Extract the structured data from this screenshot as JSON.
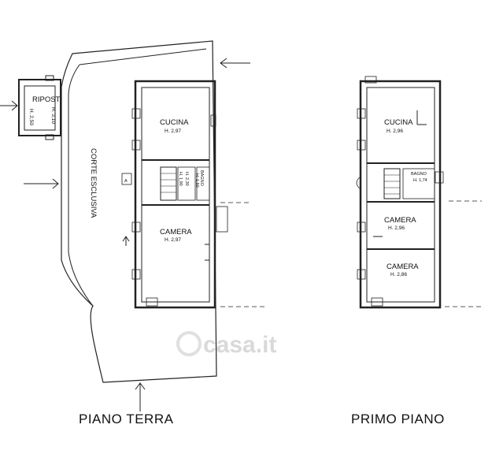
{
  "plans": {
    "ground": {
      "title": "PIANO TERRA",
      "court": "CORTE ESCLUSIVA",
      "ripost": {
        "label": "RIPOST",
        "h_a": "H. 3,10",
        "h_b": "H. 2,50"
      },
      "cucina": {
        "label": "CUCINA",
        "h": "H. 2,97"
      },
      "bagno": {
        "label": "BAGNO",
        "h": "H. 1,50"
      },
      "camera": {
        "label": "CAMERA",
        "h": "H. 2,97"
      },
      "stair_a": "H. 1,90",
      "stair_b": "H. 2,30",
      "door_letter": "A"
    },
    "first": {
      "title": "PRIMO PIANO",
      "cucina": {
        "label": "CUCINA",
        "h": "H. 2,96"
      },
      "bagno": {
        "label": "BAGNO",
        "h": "H. 1,74"
      },
      "camera1": {
        "label": "CAMERA",
        "h": "H. 2,96"
      },
      "camera2": {
        "label": "CAMERA",
        "h": "H. 2,86"
      }
    }
  },
  "watermark": "casa.it"
}
